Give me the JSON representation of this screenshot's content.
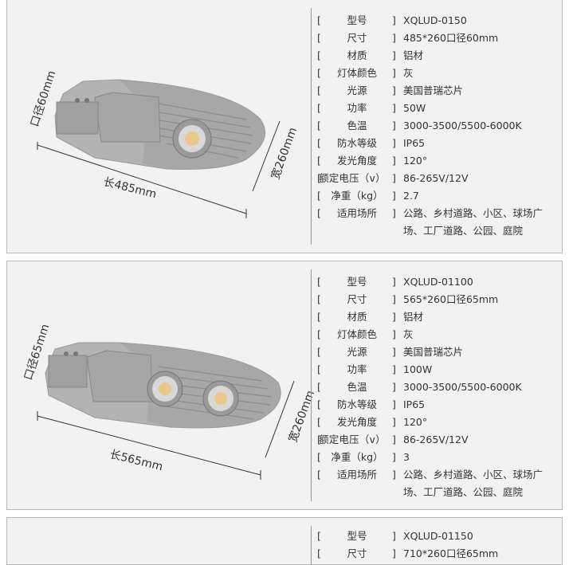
{
  "products": [
    {
      "dims": {
        "length": "长485mm",
        "width": "宽260mm",
        "caliber": "口径60mm"
      },
      "specs": [
        {
          "label": "型号",
          "value": "XQLUD-0150"
        },
        {
          "label": "尺寸",
          "value": "485*260口径60mm"
        },
        {
          "label": "材质",
          "value": "铝材"
        },
        {
          "label": "灯体颜色",
          "value": "灰"
        },
        {
          "label": "光源",
          "value": "美国普瑞芯片"
        },
        {
          "label": "功率",
          "value": "50W"
        },
        {
          "label": "色温",
          "value": "3000-3500/5500-6000K"
        },
        {
          "label": "防水等级",
          "value": "IP65"
        },
        {
          "label": "发光角度",
          "value": "120°"
        },
        {
          "label": "额定电压（v）",
          "value": "86-265V/12V"
        },
        {
          "label": "净重（kg）",
          "value": "2.7"
        },
        {
          "label": "适用场所",
          "value": "公路、乡村道路、小区、球场广场、工厂道路、公园、庭院"
        }
      ]
    },
    {
      "dims": {
        "length": "长565mm",
        "width": "宽260mm",
        "caliber": "口径65mm"
      },
      "specs": [
        {
          "label": "型号",
          "value": "XQLUD-01100"
        },
        {
          "label": "尺寸",
          "value": "565*260口径65mm"
        },
        {
          "label": "材质",
          "value": "铝材"
        },
        {
          "label": "灯体颜色",
          "value": "灰"
        },
        {
          "label": "光源",
          "value": "美国普瑞芯片"
        },
        {
          "label": "功率",
          "value": "100W"
        },
        {
          "label": "色温",
          "value": "3000-3500/5500-6000K"
        },
        {
          "label": "防水等级",
          "value": "IP65"
        },
        {
          "label": "发光角度",
          "value": "120°"
        },
        {
          "label": "额定电压（v）",
          "value": "86-265V/12V"
        },
        {
          "label": "净重（kg）",
          "value": "3"
        },
        {
          "label": "适用场所",
          "value": "公路、乡村道路、小区、球场广场、工厂道路、公园、庭院"
        }
      ]
    },
    {
      "specs": [
        {
          "label": "型号",
          "value": "XQLUD-01150"
        },
        {
          "label": "尺寸",
          "value": "710*260口径65mm"
        }
      ]
    }
  ],
  "colors": {
    "card_bg": "#f2f2f2",
    "border": "#b9b9b9",
    "lamp_body": "#b3b3b3",
    "lamp_dark": "#8c8c8c",
    "led": "#e9c98a"
  }
}
